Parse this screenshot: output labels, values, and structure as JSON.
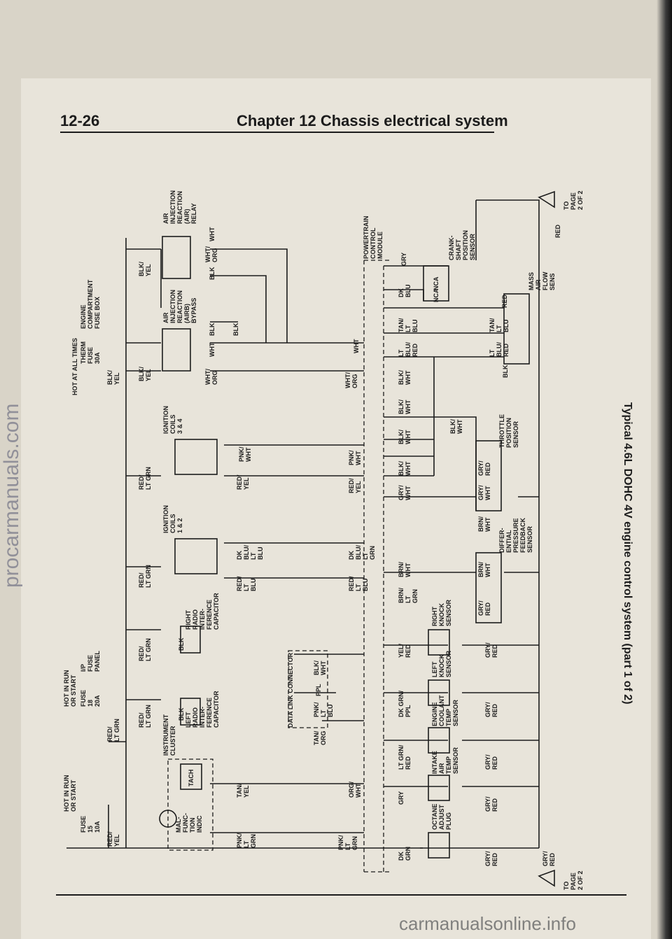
{
  "header": {
    "page_number": "12-26",
    "chapter": "Chapter 12  Chassis electrical system"
  },
  "caption": "Typical 4.6L DOHC 4V engine control system (part 1 of 2)",
  "watermarks": {
    "side": "procarmanuals.com",
    "bottom": "carmanualsonline.info"
  },
  "diagram": {
    "power": {
      "hot_run_start_fuse15": [
        "HOT IN RUN",
        "OR START",
        "FUSE",
        "15",
        "10A"
      ],
      "hot_run_start_fuse18": [
        "HOT IN RUN",
        "OR START",
        "FUSE",
        "18",
        "20A"
      ],
      "ip_fuse_panel": [
        "I/P",
        "FUSE",
        "PANEL"
      ],
      "hot_all_times": [
        "HOT AT ALL TIMES",
        "THERM",
        "FUSE",
        "30A"
      ],
      "engine_compartment_fuse_box": [
        "ENGINE",
        "COMPARTMENT",
        "FUSE BOX"
      ]
    },
    "components": {
      "air_injection_relay": [
        "AIR",
        "INJECTION",
        "REACTION",
        "(AIR)",
        "RELAY"
      ],
      "air_injection_bypass": [
        "AIR",
        "INJECTION",
        "REACTION",
        "(AIRB)",
        "BYPASS"
      ],
      "ignition_coils_3_4": [
        "IGNITION",
        "COILS",
        "3 & 4"
      ],
      "ignition_coils_1_2": [
        "IGNITION",
        "COILS",
        "1 & 2"
      ],
      "right_radio_capacitor": [
        "RIGHT",
        "RADIO",
        "INTER-",
        "FERENCE",
        "CAPACITOR"
      ],
      "left_radio_capacitor": [
        "LEFT",
        "RADIO",
        "INTER-",
        "FERENCE",
        "CAPACITOR"
      ],
      "instrument_cluster": [
        "INSTRUMENT",
        "CLUSTER"
      ],
      "tach": "TACH",
      "mil": [
        "MAL-",
        "FUNC-",
        "TION",
        "INDIC"
      ],
      "data_link_connector": "DATA LINK CONNECTOR",
      "powertrain_control_module": [
        "POWERTRAIN",
        "CONTROL",
        "MODULE"
      ],
      "crankshaft_sensor": [
        "CRANK-",
        "SHAFT",
        "POSITION",
        "SENSOR"
      ],
      "mass_air_flow": [
        "MASS",
        "AIR",
        "FLOW",
        "SENS"
      ],
      "throttle_position": [
        "THROTTLE",
        "POSITION",
        "SENSOR"
      ],
      "differential_pressure": [
        "DIFFER-",
        "ENTIAL",
        "PRESSURE",
        "FEEDBACK",
        "SENSOR"
      ],
      "right_knock": [
        "RIGHT",
        "KNOCK",
        "SENSOR"
      ],
      "left_knock": [
        "LEFT",
        "KNOCK",
        "SENSOR"
      ],
      "ect_sensor": [
        "ENGINE",
        "COOLANT",
        "TEMP",
        "SENSOR"
      ],
      "iat_sensor": [
        "INTAKE",
        "AIR",
        "TEMP",
        "SENSOR"
      ],
      "octane_plug": [
        "OCTANE",
        "ADJUST",
        "PLUG"
      ],
      "to_page_top": [
        "TO",
        "PAGE",
        "2 OF 2"
      ],
      "to_page_bottom": [
        "TO",
        "PAGE",
        "2 OF 2"
      ]
    },
    "wire_colors": {
      "red_yel": [
        "RED/",
        "YEL"
      ],
      "red_lt_grn": [
        "RED/",
        "LT GRN"
      ],
      "blk_yel": [
        "BLK/",
        "YEL"
      ],
      "wht_org": [
        "WHT/",
        "ORG"
      ],
      "wht": "WHT",
      "blk": "BLK",
      "pnk_wht": [
        "PNK/",
        "WHT"
      ],
      "dk_blu_lt_blu": [
        "DK",
        "BLU/",
        "LT",
        "BLU"
      ],
      "red_lt_blu": [
        "RED/",
        "LT",
        "BLU"
      ],
      "tan_yel": [
        "TAN/",
        "YEL"
      ],
      "pnk_lt_grn": [
        "PNK/",
        "LT",
        "GRN"
      ],
      "tan_org": [
        "TAN/",
        "ORG"
      ],
      "pnk_lt_blu": [
        "PNK/",
        "LT",
        "BLU"
      ],
      "ppl": "PPL",
      "blk_wht": [
        "BLK/",
        "WHT"
      ],
      "org_wht": [
        "ORG/",
        "WHT"
      ],
      "dk_blu_lt_grn": [
        "DK",
        "BLU/",
        "LT",
        "GRN"
      ],
      "red_lt_grn_blu": [
        "RED/",
        "LT",
        "GRN"
      ],
      "grn_yel": [
        "RED/",
        "YEL"
      ],
      "gry": "GRY",
      "dk_blu": [
        "DK",
        "BLU"
      ],
      "tan_lt_blu": [
        "TAN/",
        "LT",
        "BLU"
      ],
      "lt_blu_red": [
        "LT",
        "BLU/",
        "RED"
      ],
      "nca": "NCA",
      "gry_wht": [
        "GRY/",
        "WHT"
      ],
      "gry_red": [
        "GRY/",
        "RED"
      ],
      "brn_wht": [
        "BRN/",
        "WHT"
      ],
      "brn_lt_grn": [
        "BRN/",
        "LT",
        "GRN"
      ],
      "yel_red": [
        "YEL/",
        "RED"
      ],
      "dk_grn_ppl": [
        "DK GRN/",
        "PPL"
      ],
      "lt_grn_red": [
        "LT GRN/",
        "RED"
      ],
      "dk_grn": [
        "DK",
        "GRN"
      ],
      "red": "RED"
    }
  }
}
